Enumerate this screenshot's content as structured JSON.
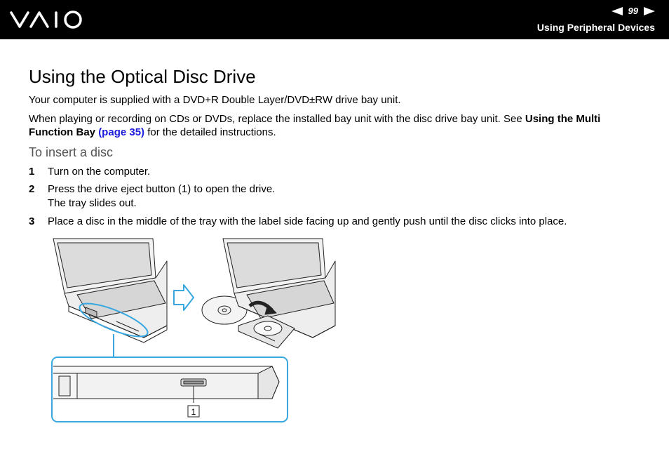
{
  "header": {
    "brand": "VAIO",
    "page_number": "99",
    "section_title": "Using Peripheral Devices"
  },
  "content": {
    "title": "Using the Optical Disc Drive",
    "paragraph1": "Your computer is supplied with a DVD+R Double Layer/DVD±RW drive bay unit.",
    "paragraph2_pre": "When playing or recording on CDs or DVDs, replace the installed bay unit with the disc drive bay unit. See ",
    "paragraph2_bold": "Using the Multi Function Bay",
    "paragraph2_link": "(page 35)",
    "paragraph2_post": " for the detailed instructions.",
    "subheading": "To insert a disc",
    "steps": [
      {
        "num": "1",
        "line1": "Turn on the computer.",
        "line2": ""
      },
      {
        "num": "2",
        "line1": "Press the drive eject button (1) to open the drive.",
        "line2": "The tray slides out."
      },
      {
        "num": "3",
        "line1": "Place a disc in the middle of the tray with the label side facing up and gently push until the disc clicks into place.",
        "line2": ""
      }
    ]
  },
  "illustration": {
    "callout_label": "1",
    "colors": {
      "callout": "#3aa8e0",
      "arrow": "#3aa8e0",
      "line": "#222222",
      "fill": "#e6e6e6"
    }
  }
}
